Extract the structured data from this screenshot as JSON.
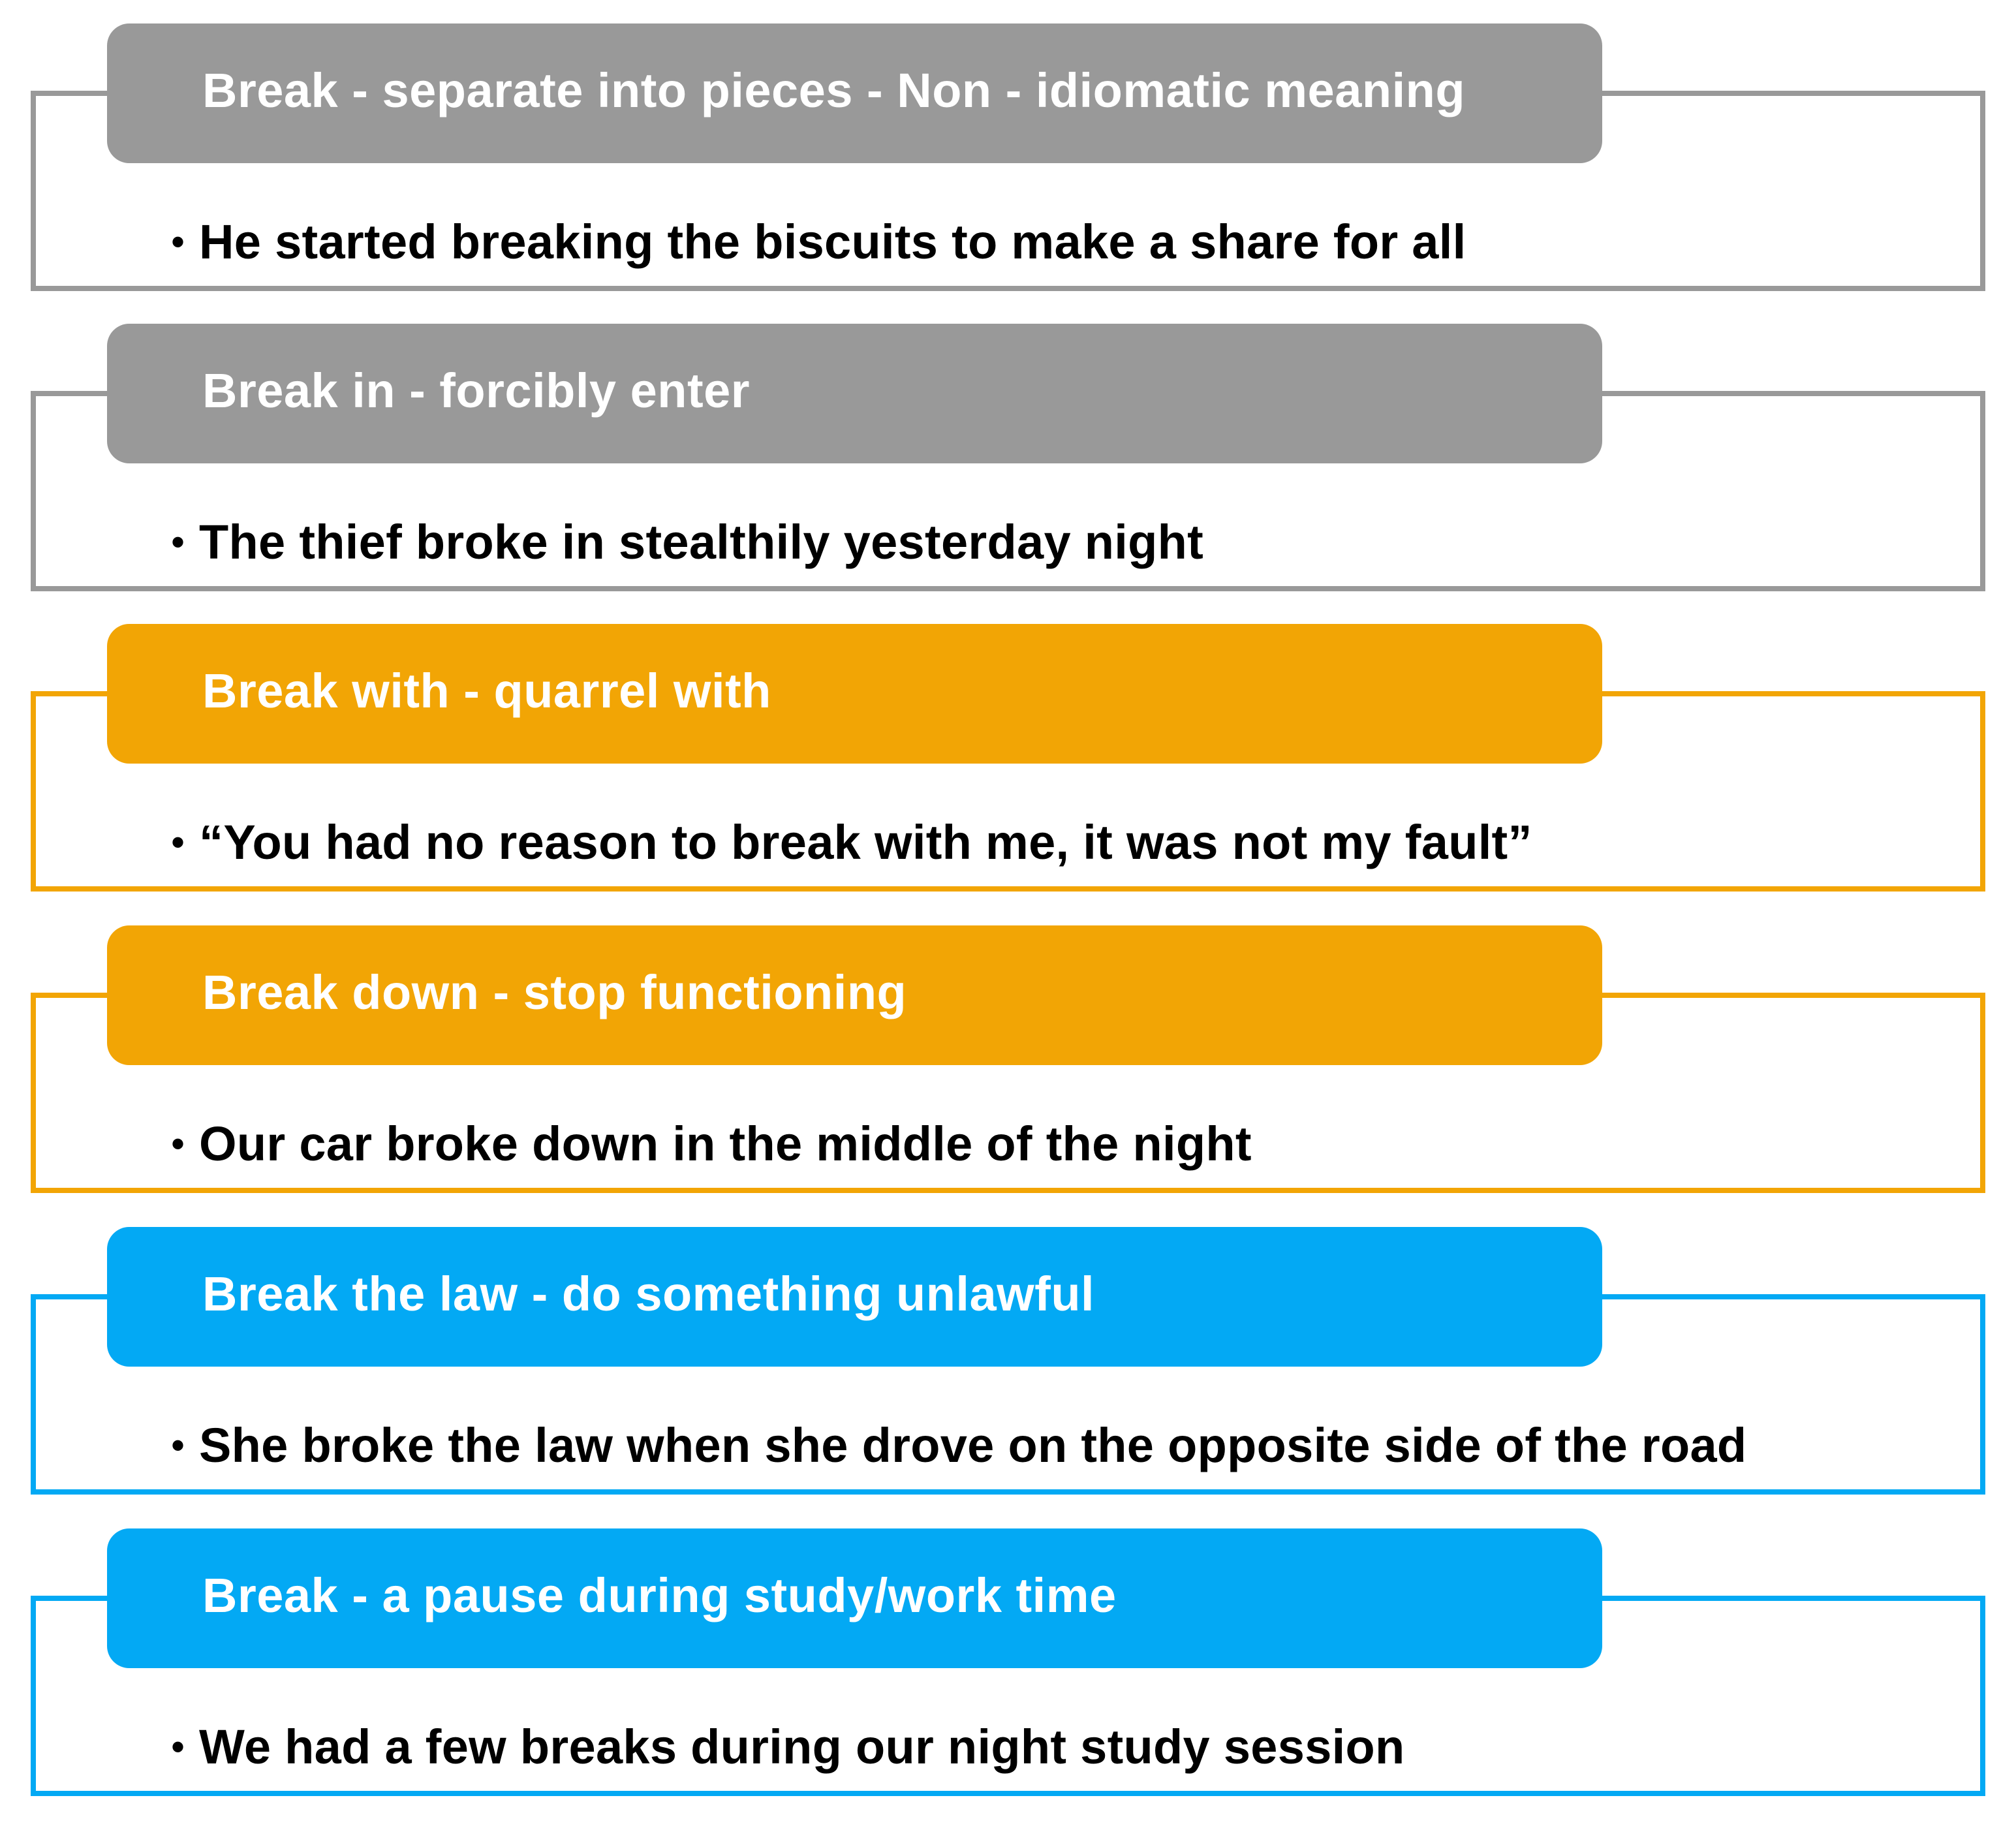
{
  "colors": {
    "gray": "#999999",
    "orange": "#F2A505",
    "blue": "#03A9F4"
  },
  "items": [
    {
      "heading": "Break - separate into pieces - Non - idiomatic meaning",
      "example": "He started breaking the biscuits to make a share for all",
      "color": "gray"
    },
    {
      "heading": "Break in - forcibly enter",
      "example": "The thief broke in stealthily yesterday night",
      "color": "gray"
    },
    {
      "heading": "Break with - quarrel with",
      "example": "“You had no reason to break with me, it was not my fault”",
      "color": "orange"
    },
    {
      "heading": "Break down - stop functioning",
      "example": "Our car broke down in the middle of the night",
      "color": "orange"
    },
    {
      "heading": "Break the law - do something unlawful",
      "example": "She broke the law when she drove on the opposite side of the road",
      "color": "blue"
    },
    {
      "heading": "Break - a pause during study/work time",
      "example": "We had a few breaks during our night study session",
      "color": "blue"
    }
  ],
  "bullet": "•"
}
